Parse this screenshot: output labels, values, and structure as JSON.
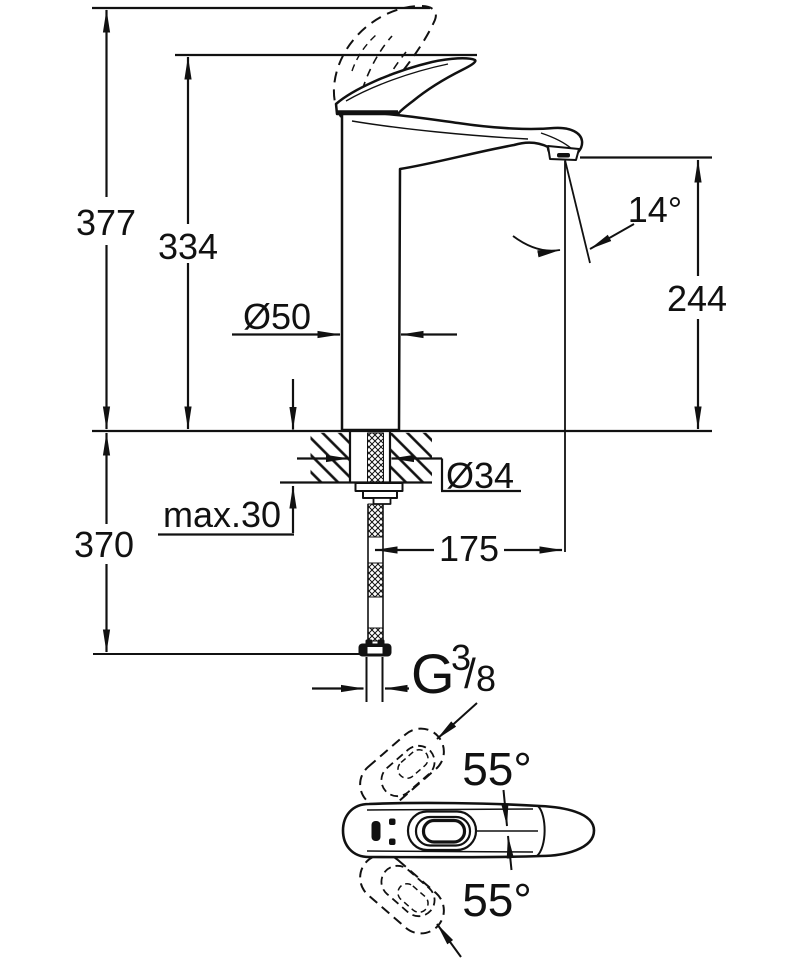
{
  "drawing": {
    "side_view": {
      "overall_height_handle_raised": "377",
      "height_handle_closed": "334",
      "body_diameter": "Ø50",
      "stream_angle": "14°",
      "spout_outlet_height": "244",
      "mounting_hole_diameter": "Ø34",
      "max_counter_thickness": "max.30",
      "hose_length_below_counter": "370",
      "spout_reach": "175",
      "thread": {
        "letter": "G",
        "numerator": "3",
        "slash": "/",
        "denominator": "8"
      }
    },
    "top_view": {
      "swivel_angle_up": "55°",
      "swivel_angle_down": "55°"
    },
    "line_color": "#111111",
    "background_color": "#ffffff"
  }
}
